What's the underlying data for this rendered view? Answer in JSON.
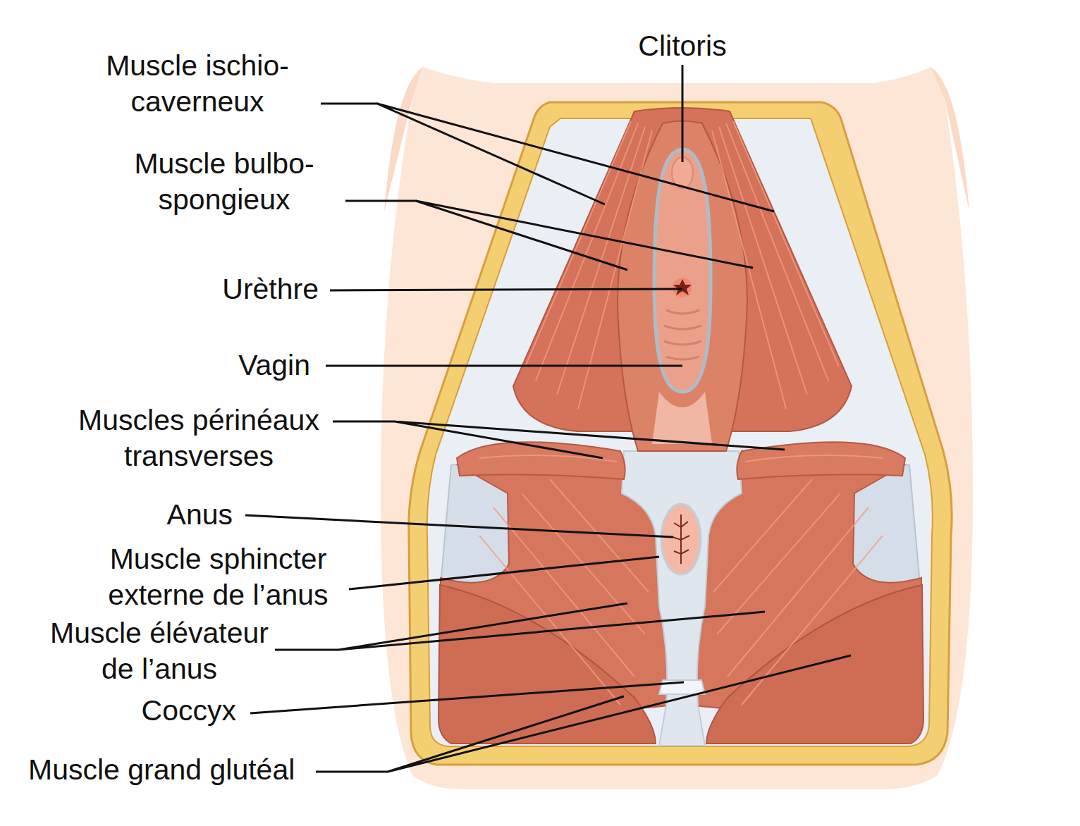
{
  "diagram": {
    "labels": [
      "Clitoris",
      "Muscle ischio-caverneux",
      "Muscle bulbo-spongieux",
      "Urèthre",
      "Vagin",
      "Muscles périnéaux transverses",
      "Anus",
      "Muscle sphincter externe de l’anus",
      "Muscle élévateur de l’anus",
      "Coccyx",
      "Muscle grand glutéal"
    ]
  }
}
